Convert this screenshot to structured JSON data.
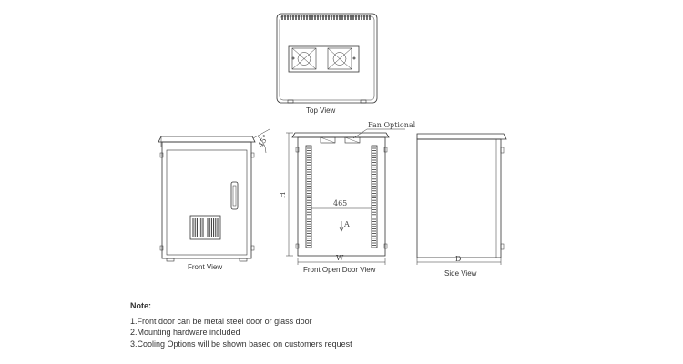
{
  "views": {
    "top_label": "Top View",
    "front_label": "Front View",
    "front_open_label": "Front Open Door View",
    "side_label": "Side View"
  },
  "dimensions": {
    "fan_callout": "Fan Optional",
    "width_465": "465",
    "section_a": "A",
    "height_h": "H",
    "width_w": "W",
    "depth_d": "D",
    "angle": "45°"
  },
  "notes": {
    "title": "Note:",
    "items": [
      "1.Front door can be metal steel door or glass door",
      "2.Mounting hardware included",
      "3.Cooling Options will be shown based on customers request"
    ]
  }
}
